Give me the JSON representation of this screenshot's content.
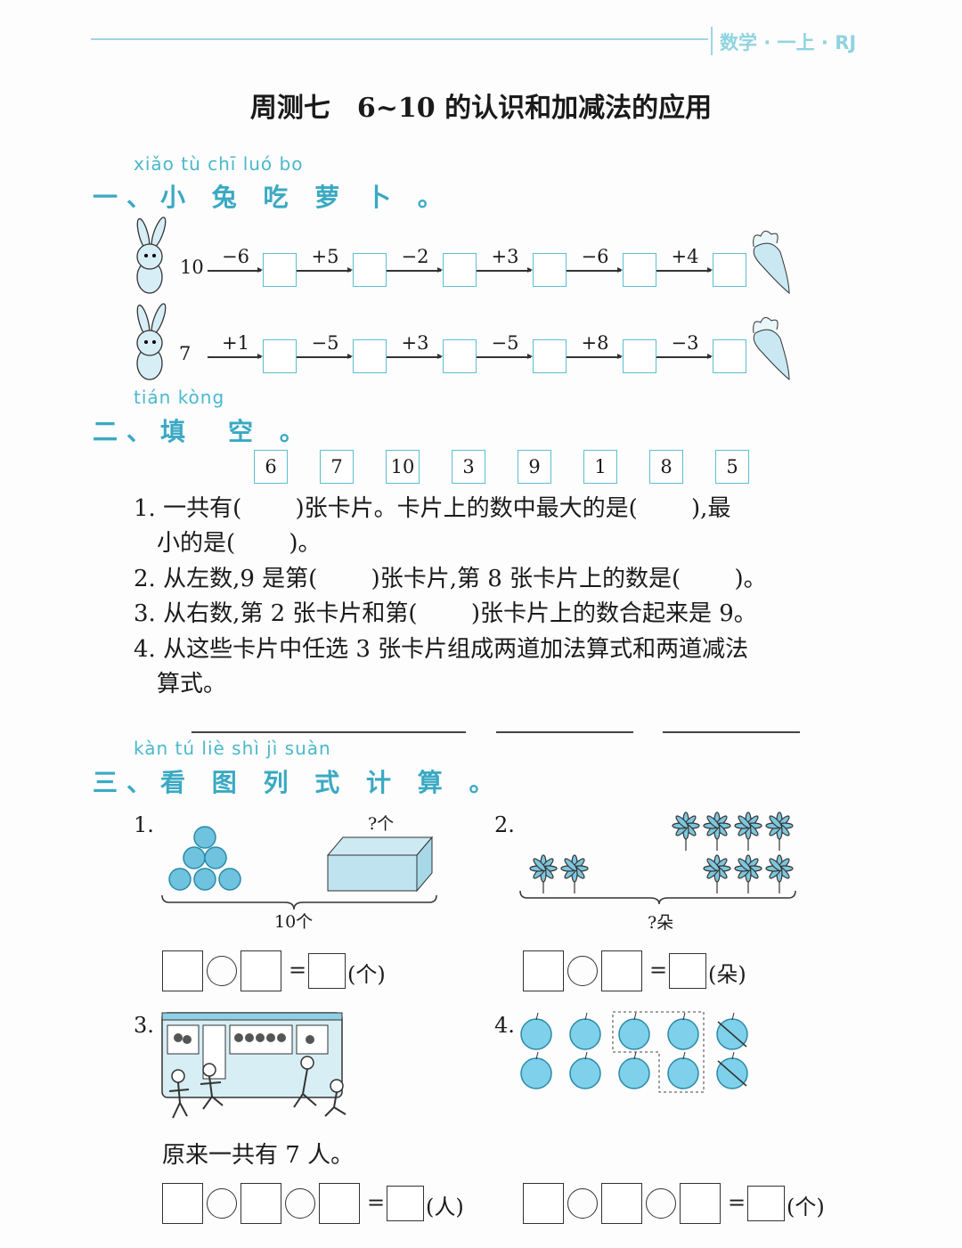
{
  "header": {
    "tag": "数学 · 一上 · RJ",
    "title": "周测七　6~10 的认识和加减法的应用"
  },
  "section1": {
    "pinyin": "xiǎo  tù  chī  luó  bo",
    "heading": "一、小 兔 吃 萝 卜 。",
    "rows": [
      {
        "start": "10",
        "ops": [
          "−6",
          "+5",
          "−2",
          "+3",
          "−6",
          "+4"
        ]
      },
      {
        "start": "7",
        "ops": [
          "+1",
          "−5",
          "+3",
          "−5",
          "+8",
          "−3"
        ]
      }
    ]
  },
  "section2": {
    "pinyin": "tián  kòng",
    "heading": "二、填　空 。",
    "cards": [
      "6",
      "7",
      "10",
      "3",
      "9",
      "1",
      "8",
      "5"
    ],
    "questions": [
      "1. 一共有(　　 )张卡片。卡片上的数中最大的是(　　 ),最",
      "　小的是(　　 )。",
      "2. 从左数,9 是第(　　 )张卡片,第 8 张卡片上的数是(　　 )。",
      "3. 从右数,第 2 张卡片和第(　　 )张卡片上的数合起来是 9。",
      "4. 从这些卡片中任选 3 张卡片组成两道加法算式和两道减法",
      "　算式。"
    ]
  },
  "section3": {
    "pinyin": "kàn  tú  liè  shì  jì  suàn",
    "heading": "三、看 图 列 式 计 算 。",
    "p1": {
      "num": "1.",
      "q": "?个",
      "total": "10个",
      "unit": "(个)"
    },
    "p2": {
      "num": "2.",
      "total": "?朵",
      "unit": "(朵)"
    },
    "p3": {
      "num": "3.",
      "text": "原来一共有 7 人。",
      "unit": "(人)"
    },
    "p4": {
      "num": "4.",
      "unit": "(个)"
    },
    "equals": "="
  },
  "colors": {
    "accent": "#3aa9c3",
    "light": "#9fd6df"
  }
}
